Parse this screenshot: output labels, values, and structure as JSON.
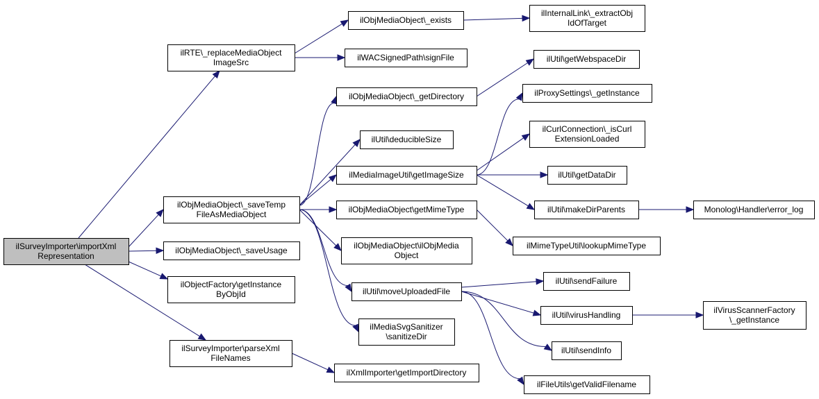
{
  "colors": {
    "edge": "#191970",
    "node_fill": "#ffffff",
    "root_fill": "#bfbfbf",
    "border": "#000000"
  },
  "nodes": [
    {
      "id": "root",
      "lines": [
        "ilSurveyImporter\\importXml",
        "Representation"
      ]
    },
    {
      "id": "replace",
      "lines": [
        "ilRTE\\_replaceMediaObject",
        "ImageSrc"
      ]
    },
    {
      "id": "saveTemp",
      "lines": [
        "ilObjMediaObject\\_saveTemp",
        "FileAsMediaObject"
      ]
    },
    {
      "id": "saveUsage",
      "lines": [
        "ilObjMediaObject\\_saveUsage"
      ]
    },
    {
      "id": "getInstanceById",
      "lines": [
        "ilObjectFactory\\getInstance",
        "ByObjId"
      ]
    },
    {
      "id": "parseXml",
      "lines": [
        "ilSurveyImporter\\parseXml",
        "FileNames"
      ]
    },
    {
      "id": "exists",
      "lines": [
        "ilObjMediaObject\\_exists"
      ]
    },
    {
      "id": "signFile",
      "lines": [
        "ilWACSignedPath\\signFile"
      ]
    },
    {
      "id": "getDirectory",
      "lines": [
        "ilObjMediaObject\\_getDirectory"
      ]
    },
    {
      "id": "deducible",
      "lines": [
        "ilUtil\\deducibleSize"
      ]
    },
    {
      "id": "getImageSize",
      "lines": [
        "ilMediaImageUtil\\getImageSize"
      ]
    },
    {
      "id": "getMimeType",
      "lines": [
        "ilObjMediaObject\\getMimeType"
      ]
    },
    {
      "id": "ctor",
      "lines": [
        "ilObjMediaObject\\ilObjMedia",
        "Object"
      ]
    },
    {
      "id": "moveUploaded",
      "lines": [
        "ilUtil\\moveUploadedFile"
      ]
    },
    {
      "id": "svgSanitize",
      "lines": [
        "ilMediaSvgSanitizer",
        "\\sanitizeDir"
      ]
    },
    {
      "id": "importDir",
      "lines": [
        "ilXmlImporter\\getImportDirectory"
      ]
    },
    {
      "id": "extractObj",
      "lines": [
        "ilInternalLink\\_extractObj",
        "IdOfTarget"
      ]
    },
    {
      "id": "webspace",
      "lines": [
        "ilUtil\\getWebspaceDir"
      ]
    },
    {
      "id": "proxy",
      "lines": [
        "ilProxySettings\\_getInstance"
      ]
    },
    {
      "id": "curl",
      "lines": [
        "ilCurlConnection\\_isCurl",
        "ExtensionLoaded"
      ]
    },
    {
      "id": "dataDir",
      "lines": [
        "ilUtil\\getDataDir"
      ]
    },
    {
      "id": "makeDir",
      "lines": [
        "ilUtil\\makeDirParents"
      ]
    },
    {
      "id": "lookupMime",
      "lines": [
        "ilMimeTypeUtil\\lookupMimeType"
      ]
    },
    {
      "id": "sendFailure",
      "lines": [
        "ilUtil\\sendFailure"
      ]
    },
    {
      "id": "virus",
      "lines": [
        "ilUtil\\virusHandling"
      ]
    },
    {
      "id": "sendInfo",
      "lines": [
        "ilUtil\\sendInfo"
      ]
    },
    {
      "id": "validFilename",
      "lines": [
        "ilFileUtils\\getValidFilename"
      ]
    },
    {
      "id": "monolog",
      "lines": [
        "Monolog\\Handler\\error_log"
      ]
    },
    {
      "id": "virusFactory",
      "lines": [
        "ilVirusScannerFactory",
        "\\_getInstance"
      ]
    }
  ],
  "edges": [
    [
      "root",
      "replace"
    ],
    [
      "root",
      "saveTemp"
    ],
    [
      "root",
      "saveUsage"
    ],
    [
      "root",
      "getInstanceById"
    ],
    [
      "root",
      "parseXml"
    ],
    [
      "replace",
      "exists"
    ],
    [
      "replace",
      "signFile"
    ],
    [
      "exists",
      "extractObj"
    ],
    [
      "saveTemp",
      "getDirectory"
    ],
    [
      "saveTemp",
      "deducible"
    ],
    [
      "saveTemp",
      "getImageSize"
    ],
    [
      "saveTemp",
      "getMimeType"
    ],
    [
      "saveTemp",
      "ctor"
    ],
    [
      "saveTemp",
      "moveUploaded"
    ],
    [
      "saveTemp",
      "svgSanitize"
    ],
    [
      "getDirectory",
      "webspace"
    ],
    [
      "getImageSize",
      "proxy"
    ],
    [
      "getImageSize",
      "curl"
    ],
    [
      "getImageSize",
      "dataDir"
    ],
    [
      "getImageSize",
      "makeDir"
    ],
    [
      "makeDir",
      "monolog"
    ],
    [
      "getMimeType",
      "lookupMime"
    ],
    [
      "moveUploaded",
      "sendFailure"
    ],
    [
      "moveUploaded",
      "virus"
    ],
    [
      "moveUploaded",
      "sendInfo"
    ],
    [
      "moveUploaded",
      "validFilename"
    ],
    [
      "virus",
      "virusFactory"
    ],
    [
      "parseXml",
      "importDir"
    ]
  ]
}
